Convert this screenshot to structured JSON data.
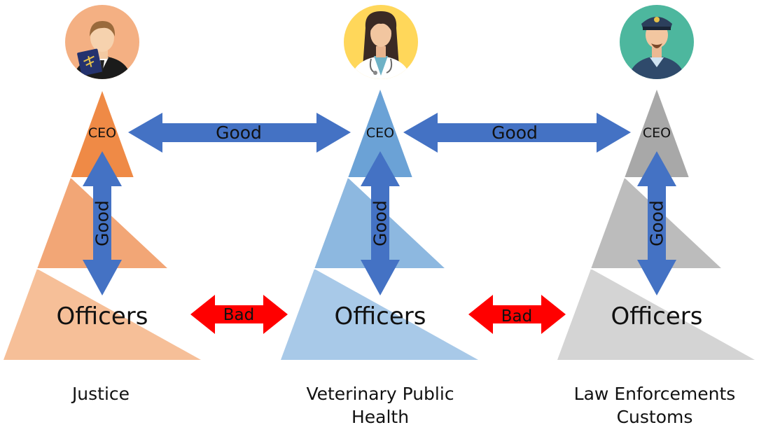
{
  "colors": {
    "justice": [
      "#ef8a46",
      "#f2a676",
      "#f6bf98"
    ],
    "vph": [
      "#6ba2d6",
      "#8db8e0",
      "#a8c9e8"
    ],
    "law": [
      "#a8a8a8",
      "#bcbcbc",
      "#d4d4d4"
    ],
    "good_arrow": "#4472c4",
    "bad_arrow": "#ff0000"
  },
  "pyramids": [
    {
      "id": "justice",
      "ceo_label": "CEO",
      "officers_label": "Officers",
      "vertical_label": "Good",
      "caption": "Justice",
      "icon": "judge-avatar-icon"
    },
    {
      "id": "vph",
      "ceo_label": "CEO",
      "officers_label": "Officers",
      "vertical_label": "Good",
      "caption": "Veterinary Public\nHealth",
      "icon": "doctor-avatar-icon"
    },
    {
      "id": "law",
      "ceo_label": "CEO",
      "officers_label": "Officers",
      "vertical_label": "Good",
      "caption": "Law Enforcements\nCustoms",
      "icon": "police-officer-avatar-icon"
    }
  ],
  "horizontal_links": [
    {
      "label": "Good",
      "level": "CEO"
    },
    {
      "label": "Good",
      "level": "CEO"
    },
    {
      "label": "Bad",
      "level": "Officers"
    },
    {
      "label": "Bad",
      "level": "Officers"
    }
  ]
}
